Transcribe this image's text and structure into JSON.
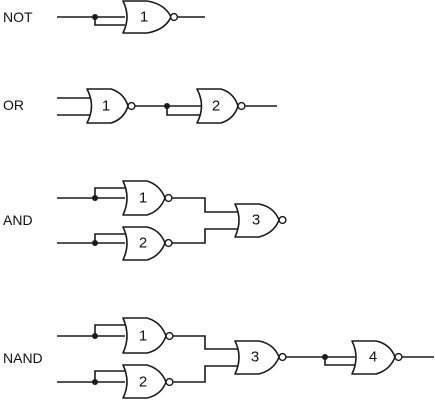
{
  "rows": [
    {
      "label": "NOT",
      "gates": [
        "1"
      ]
    },
    {
      "label": "OR",
      "gates": [
        "1",
        "2"
      ]
    },
    {
      "label": "AND",
      "gates": [
        "1",
        "2",
        "3"
      ]
    },
    {
      "label": "NAND",
      "gates": [
        "1",
        "2",
        "3",
        "4"
      ]
    }
  ],
  "colors": {
    "stroke": "#1a1a1a",
    "background": "#ffffff"
  }
}
